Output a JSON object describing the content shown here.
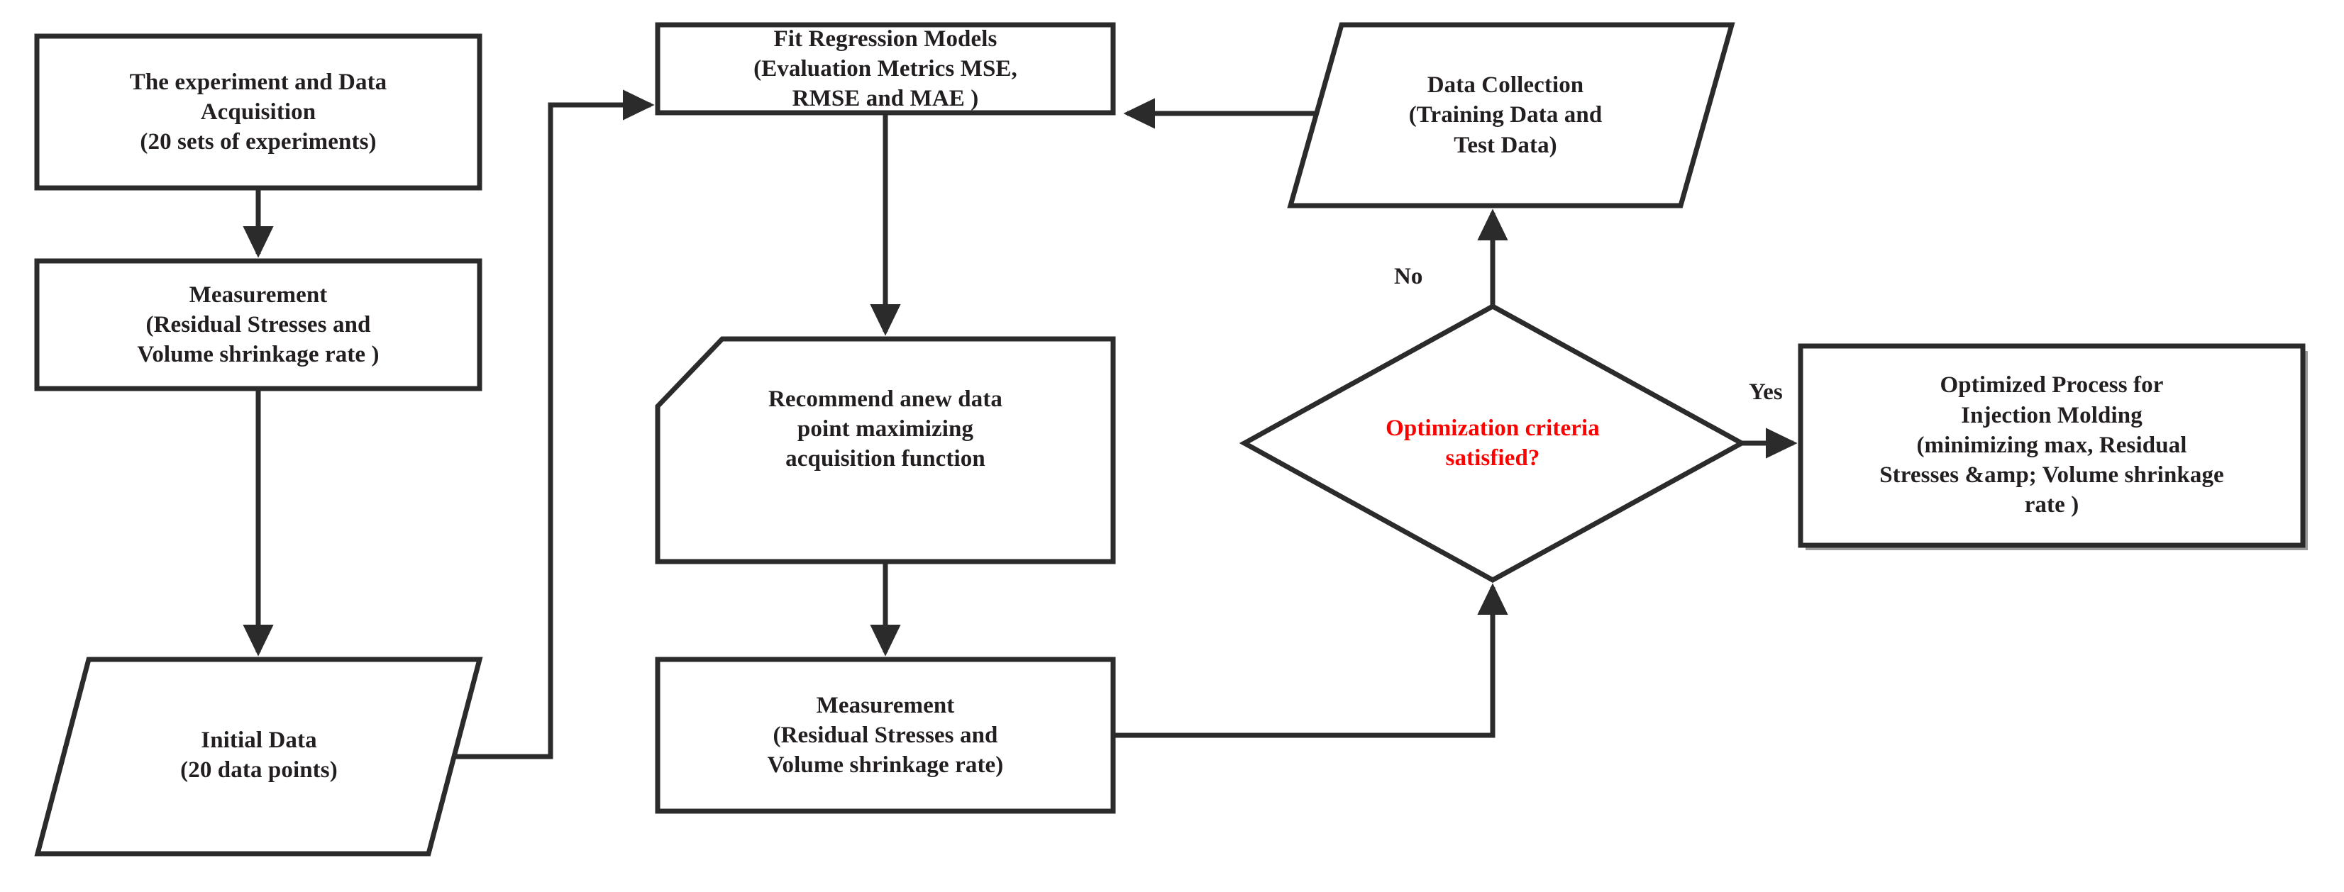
{
  "diagram": {
    "title": "Bayesian optimization workflow for injection molding",
    "colors": {
      "stroke": "#2b2b2b",
      "text": "#231f20",
      "decision_text": "#ff0000",
      "background": "#ffffff"
    },
    "nodes": [
      {
        "id": "experiment",
        "shape": "rectangle",
        "lines": [
          "The experiment and Data",
          "Acquisition",
          "(20 sets of experiments)"
        ]
      },
      {
        "id": "measurement-initial",
        "shape": "rectangle",
        "lines": [
          "Measurement",
          "(Residual Stresses and",
          "Volume shrinkage rate )"
        ]
      },
      {
        "id": "initial-data",
        "shape": "parallelogram",
        "lines": [
          "Initial Data",
          "(20 data points)"
        ]
      },
      {
        "id": "fit-regression",
        "shape": "rectangle",
        "lines": [
          "Fit Regression Models",
          "(Evaluation Metrics MSE,",
          "RMSE and MAE )"
        ]
      },
      {
        "id": "recommend-point",
        "shape": "cut-corner-rectangle",
        "lines": [
          "Recommend anew data",
          "point maximizing",
          "acquisition function"
        ]
      },
      {
        "id": "measurement-loop",
        "shape": "rectangle",
        "lines": [
          "Measurement",
          "(Residual Stresses and",
          "Volume shrinkage rate)"
        ]
      },
      {
        "id": "data-collection",
        "shape": "parallelogram",
        "lines": [
          "Data Collection",
          "(Training Data and",
          "Test Data)"
        ]
      },
      {
        "id": "optimization-criteria",
        "shape": "diamond",
        "lines": [
          "Optimization criteria",
          "satisfied?"
        ]
      },
      {
        "id": "optimized-process",
        "shape": "rectangle-shadow",
        "lines": [
          "Optimized Process for",
          "Injection Molding",
          "(minimizing max, Residual",
          "Stresses &amp; Volume shrinkage",
          "rate )"
        ]
      }
    ],
    "edge_labels": [
      {
        "id": "no-label",
        "text": "No"
      },
      {
        "id": "yes-label",
        "text": "Yes"
      }
    ],
    "edges": [
      {
        "from": "experiment",
        "to": "measurement-initial",
        "label": ""
      },
      {
        "from": "measurement-initial",
        "to": "initial-data",
        "label": ""
      },
      {
        "from": "initial-data",
        "to": "fit-regression",
        "label": ""
      },
      {
        "from": "fit-regression",
        "to": "recommend-point",
        "label": ""
      },
      {
        "from": "recommend-point",
        "to": "measurement-loop",
        "label": ""
      },
      {
        "from": "measurement-loop",
        "to": "optimization-criteria",
        "label": ""
      },
      {
        "from": "optimization-criteria",
        "to": "data-collection",
        "label": "No"
      },
      {
        "from": "data-collection",
        "to": "fit-regression",
        "label": ""
      },
      {
        "from": "optimization-criteria",
        "to": "optimized-process",
        "label": "Yes"
      }
    ]
  }
}
